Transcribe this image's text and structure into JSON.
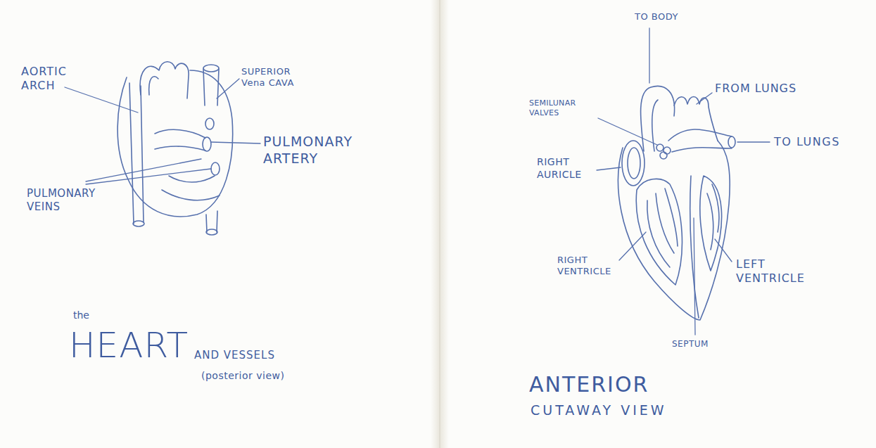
{
  "diagram": {
    "labels": [
      "AORTIC ARCH",
      "SUPERIOR Vena CAVA",
      "PULMONARY ARTERY",
      "PULMONARY VEINS",
      "the",
      "HEART",
      "AND VESSELS",
      "(posterior view)",
      "TO BODY",
      "SEMILUNAR VALVES",
      "FROM LUNGS",
      "TO LUNGS",
      "RIGHT AURICLE",
      "RIGHT VENTRICLE",
      "LEFT VENTRICLE",
      "SEPTUM",
      "ANTERIOR",
      "CUTAWAY VIEW"
    ]
  }
}
